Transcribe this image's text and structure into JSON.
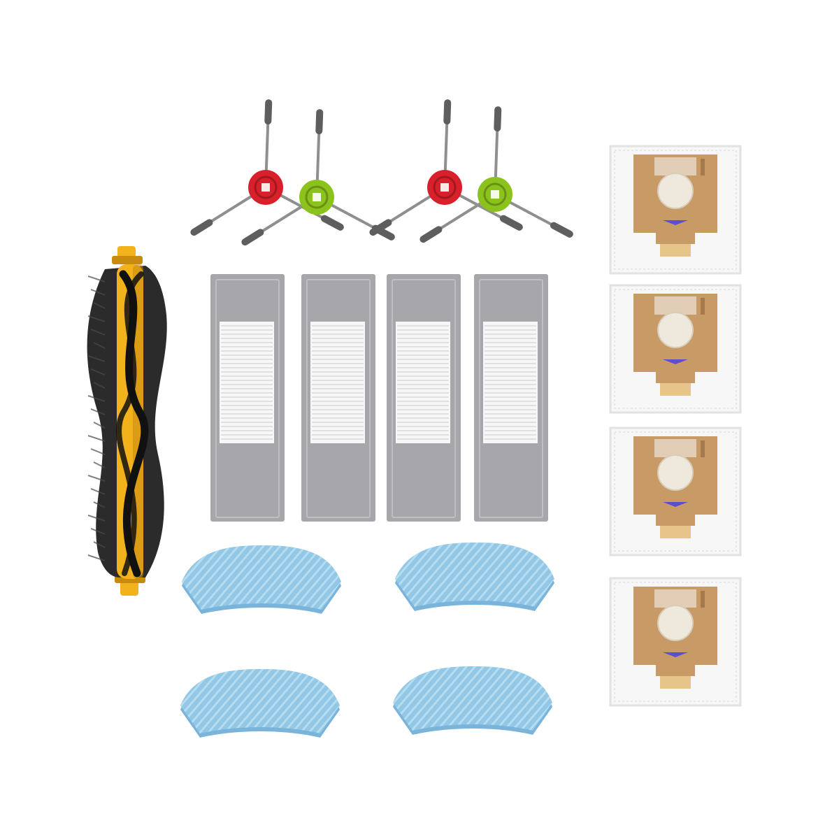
{
  "image": {
    "background": "#ffffff"
  },
  "products": {
    "main_brush": {
      "count": 1,
      "colors": {
        "core": "#f2b21b",
        "core_shade": "#c98a10",
        "bristle": "#2b2b2b",
        "blade": "#111111"
      }
    },
    "side_brushes": {
      "count": 4,
      "hub_colors": [
        "#d8202a",
        "#8cc21c",
        "#d8202a",
        "#8cc21c"
      ],
      "arm_color": "#8f8f8f"
    },
    "filters": {
      "count": 4,
      "colors": {
        "frame": "#a7a7ab",
        "media": "#f7f7f7",
        "pleat": "#d9d9d9"
      }
    },
    "mop_pads": {
      "count": 4,
      "colors": {
        "pad": "#93c7e6",
        "stripe": "#b9dff2",
        "backing": "#7bb4da"
      }
    },
    "dust_bags": {
      "count": 4,
      "colors": {
        "bag": "#f7f7f7",
        "mesh": "#e2e2e2",
        "tab": "#c89a66",
        "window": "#efe8dc",
        "arrow": "#5b4fd0",
        "strip": "#e7c489"
      }
    }
  }
}
